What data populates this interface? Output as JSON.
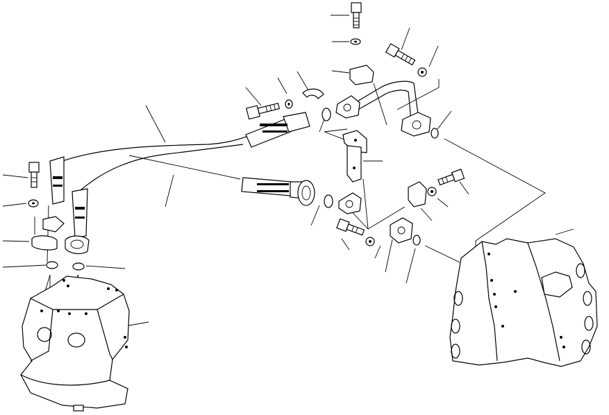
{
  "diagram": {
    "line_color": "#000000",
    "background": "#ffffff",
    "parts": [
      "hydraulic-pump",
      "control-valve",
      "hose-upper",
      "hose-lower",
      "steel-tube",
      "bracket",
      "split-flange",
      "bolt",
      "washer",
      "o-ring"
    ]
  }
}
